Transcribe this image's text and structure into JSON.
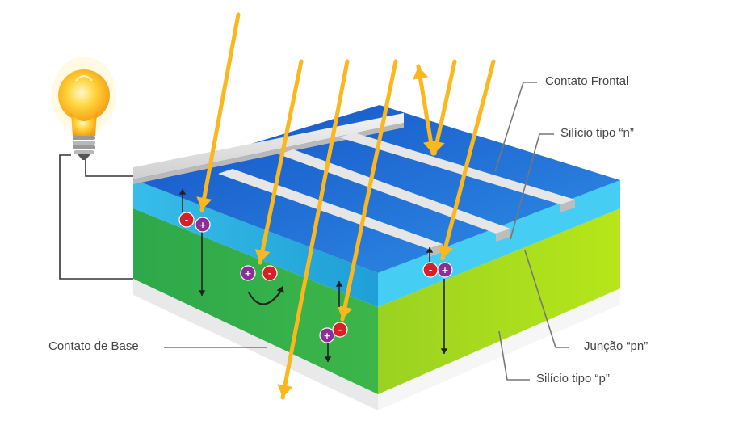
{
  "labels": {
    "front_contact": "Contato Frontal",
    "n_silicon": "Silício tipo “n”",
    "pn_junction": "Junção “pn”",
    "p_silicon": "Silício tipo “p”",
    "base_contact": "Contato de Base"
  },
  "charges": {
    "electron_symbol": "-",
    "hole_symbol": "+"
  },
  "icons": {
    "lamp": "light-bulb-icon",
    "sun_ray": "arrow-icon"
  },
  "colors": {
    "n_layer": "#3ec3ef",
    "n_top": "#1d6fd8",
    "p_front": "#3bb54a",
    "p_side": "#a9dd1e",
    "base": "#f1f1f1",
    "contact": "#dcdcdc",
    "ray": "#fbb71d",
    "electron": "#d8202a",
    "hole": "#8b2f97",
    "wire": "#333333",
    "leader": "#777777"
  }
}
